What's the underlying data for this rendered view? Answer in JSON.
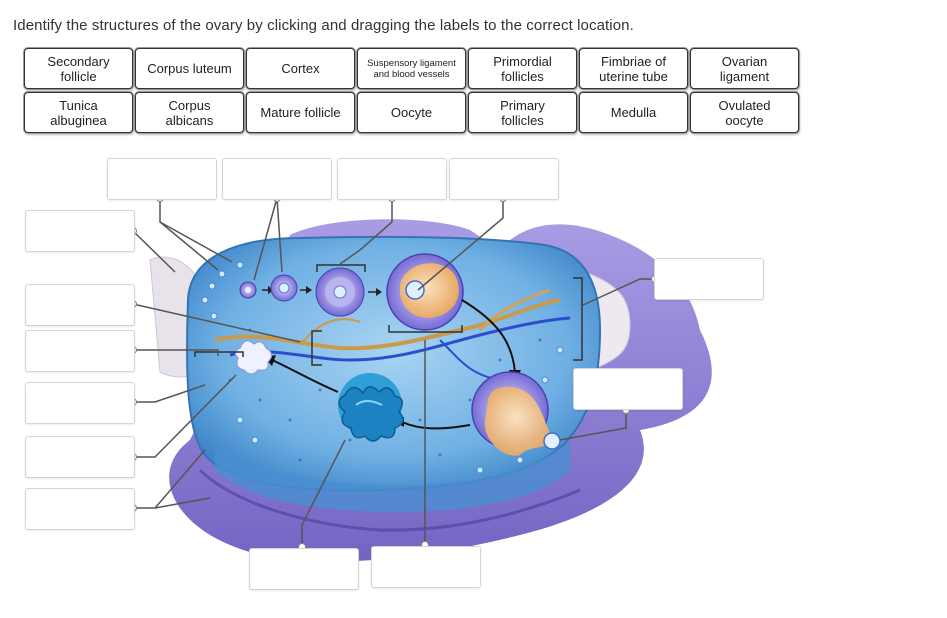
{
  "instruction": "Identify the structures of the ovary by clicking and dragging the labels to the correct location.",
  "labels": [
    "Secondary\nfollicle",
    "Corpus luteum",
    "Cortex",
    "Suspensory ligament\nand blood vessels",
    "Primordial\nfollicles",
    "Fimbriae of\nuterine tube",
    "Ovarian\nligament",
    "Tunica\nalbuginea",
    "Corpus\nalbicans",
    "Mature follicle",
    "Oocyte",
    "Primary\nfollicles",
    "Medulla",
    "Ovulated\noocyte"
  ],
  "colors": {
    "ovary_body": "#7fb8e6",
    "ovary_dark": "#3a73b8",
    "ligament": "#7a66c8",
    "follicle_purple": "#6a6ad0",
    "antrum": "#f0c48a",
    "connector": "#555555"
  }
}
